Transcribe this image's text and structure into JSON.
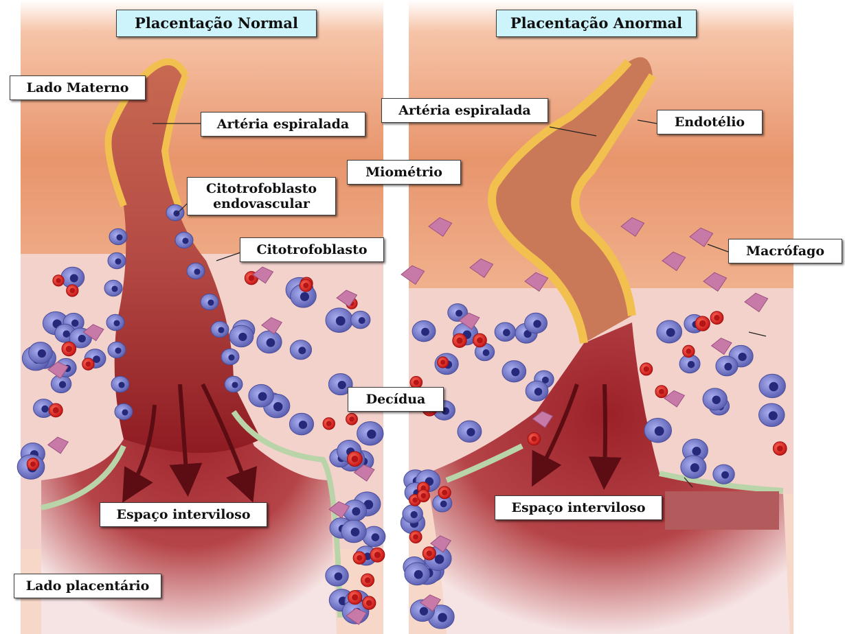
{
  "titles": {
    "normal": "Placentação Normal",
    "abnormal": "Placentação Anormal"
  },
  "labels": {
    "lado_materno": "Lado Materno",
    "arteria_left": "Artéria espiralada",
    "miometrio": "Miométrio",
    "citotrofoblasto_endovascular": "Citotrofoblasto endovascular",
    "citotrofoblasto": "Citotrofoblasto",
    "decidua": "Decídua",
    "espaco_left": "Espaço interviloso",
    "lado_placentario": "Lado placentário",
    "arteria_right": "Artéria espiralada",
    "endotelio": "Endotélio",
    "macrofago": "Macrófago",
    "espaco_right": "Espaço interviloso"
  },
  "colors": {
    "myometrium": "#e9a07c",
    "decidua": "#f3d2cc",
    "artery_lumen": "#b94e47",
    "intervillous": "#8e1b22",
    "artery_wall": "#f2c04e",
    "cytotrophoblast": "#6b6fbf",
    "red_cell": "#d42020",
    "macrophage": "#c77aa8",
    "endothelium_border": "#b9d4a8"
  },
  "icons": [
    "blood-flow-arrow-icon",
    "cytotrophoblast-cell-icon",
    "red-blood-cell-icon",
    "macrophage-cell-icon"
  ]
}
